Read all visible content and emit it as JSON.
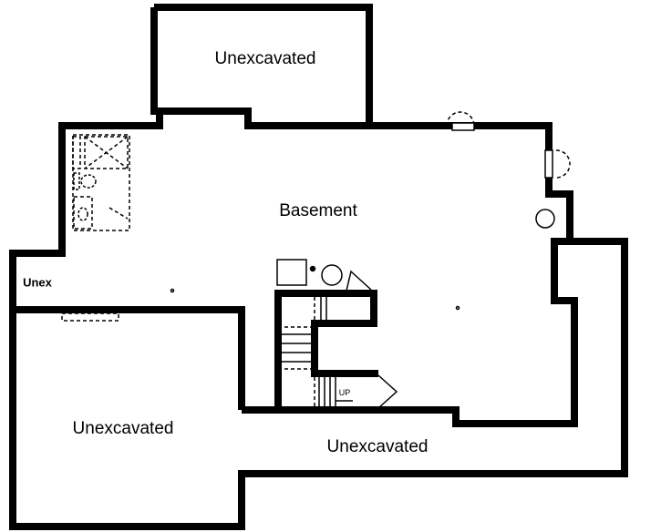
{
  "rooms": {
    "unexcavated_top": "Unexcavated",
    "basement": "Basement",
    "unex_small": "Unex",
    "unexcavated_left": "Unexcavated",
    "unexcavated_bottom": "Unexcavated"
  },
  "stairs": {
    "up_label": "UP"
  },
  "colors": {
    "wall": "#000000",
    "background": "#ffffff"
  }
}
